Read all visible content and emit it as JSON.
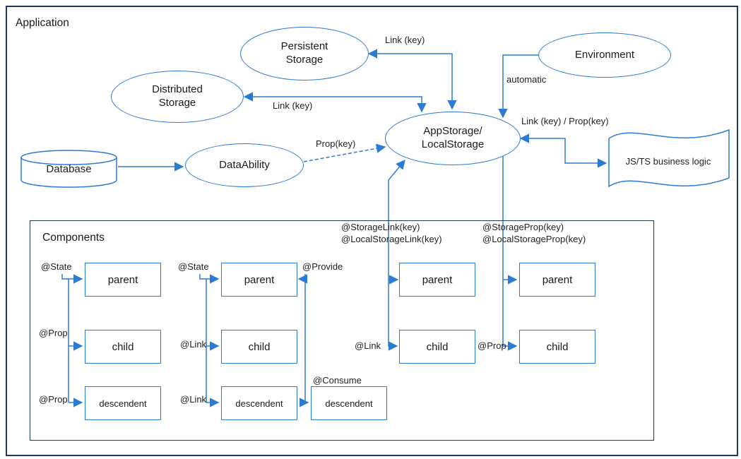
{
  "colors": {
    "line": "#2b7bd3",
    "frame": "#203864"
  },
  "application": {
    "label": "Application"
  },
  "components": {
    "label": "Components"
  },
  "nodes": {
    "persistent_storage": "Persistent\nStorage",
    "distributed_storage": "Distributed\nStorage",
    "environment": "Environment",
    "dataability": "DataAbility",
    "appstorage": "AppStorage/\nLocalStorage",
    "database": "Database",
    "business_logic": "JS/TS business logic"
  },
  "edge_labels": {
    "persistent_link": "Link (key)",
    "distributed_link": "Link (key)",
    "automatic": "automatic",
    "prop_key": "Prop(key)",
    "link_prop": "Link (key) / Prop(key)"
  },
  "group1": {
    "state": "@State",
    "prop_child": "@Prop",
    "prop_desc": "@Prop",
    "parent": "parent",
    "child": "child",
    "descendent": "descendent"
  },
  "group2": {
    "state": "@State",
    "link_child": "@Link",
    "link_desc": "@Link",
    "provide": "@Provide",
    "consume": "@Consume",
    "parent": "parent",
    "child": "child",
    "descendent": "descendent",
    "descendent2": "descendent"
  },
  "group3": {
    "header1": "@StorageLink(key)",
    "header2": "@LocalStorageLink(key)",
    "link": "@Link",
    "parent": "parent",
    "child": "child"
  },
  "group4": {
    "header1": "@StorageProp(key)",
    "header2": "@LocalStorageProp(key)",
    "prop": "@Prop",
    "parent": "parent",
    "child": "child"
  }
}
